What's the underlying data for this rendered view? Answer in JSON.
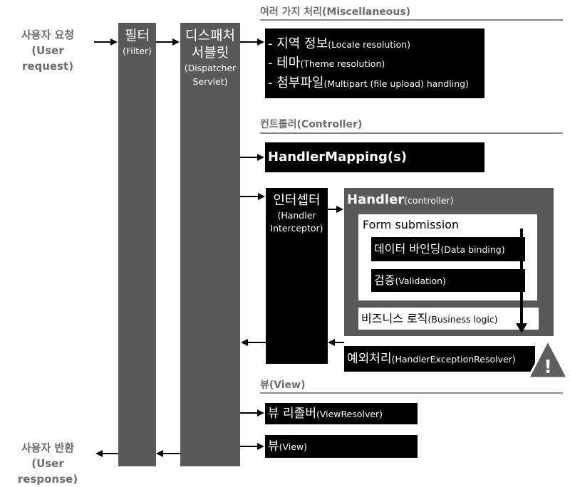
{
  "left": {
    "request": {
      "line1": "사용자 요청",
      "line2": "(User request)"
    },
    "response": {
      "line1": "사용자 반환",
      "line2": "(User response)"
    }
  },
  "filter": {
    "title": "필터",
    "sub": "(Filter)"
  },
  "dispatcher": {
    "title1": "디스패처",
    "title2": "서블릿",
    "sub1": "(Dispatcher",
    "sub2": "Servlet)"
  },
  "misc": {
    "heading": "여러 가지 처리(Miscellaneous)",
    "items": [
      {
        "ko": "- 지역 정보",
        "en": "(Locale resolution)"
      },
      {
        "ko": "- 테마",
        "en": "(Theme resolution)"
      },
      {
        "ko": "- 첨부파일",
        "en": "(Multipart (file upload) handling)"
      }
    ]
  },
  "controller": {
    "heading": "컨트롤러(Controller)",
    "handler_mapping": "HandlerMapping(s)"
  },
  "interceptor": {
    "title": "인터셉터",
    "sub1": "(Handler",
    "sub2": "Interceptor)"
  },
  "handler": {
    "title": "Handler",
    "sub": "(controller)",
    "form_submission": "Form submission",
    "data_binding": {
      "ko": "데이터 바인딩",
      "en": "(Data binding)"
    },
    "validation": {
      "ko": "검증",
      "en": "(Validation)"
    },
    "business_logic": {
      "ko": "비즈니스 로직",
      "en": "(Business logic)"
    }
  },
  "exception": {
    "ko": "예외처리",
    "en": "(HandlerExceptionResolver)",
    "warning_glyph": "!"
  },
  "view": {
    "heading": "뷰(View)",
    "resolver": {
      "ko": "뷰 리졸버",
      "en": "(ViewResolver)"
    },
    "view": {
      "ko": "뷰",
      "en": "(View)"
    }
  },
  "colors": {
    "column_gray": "#595959",
    "black": "#000000",
    "heading_gray": "#6d6d6d"
  }
}
